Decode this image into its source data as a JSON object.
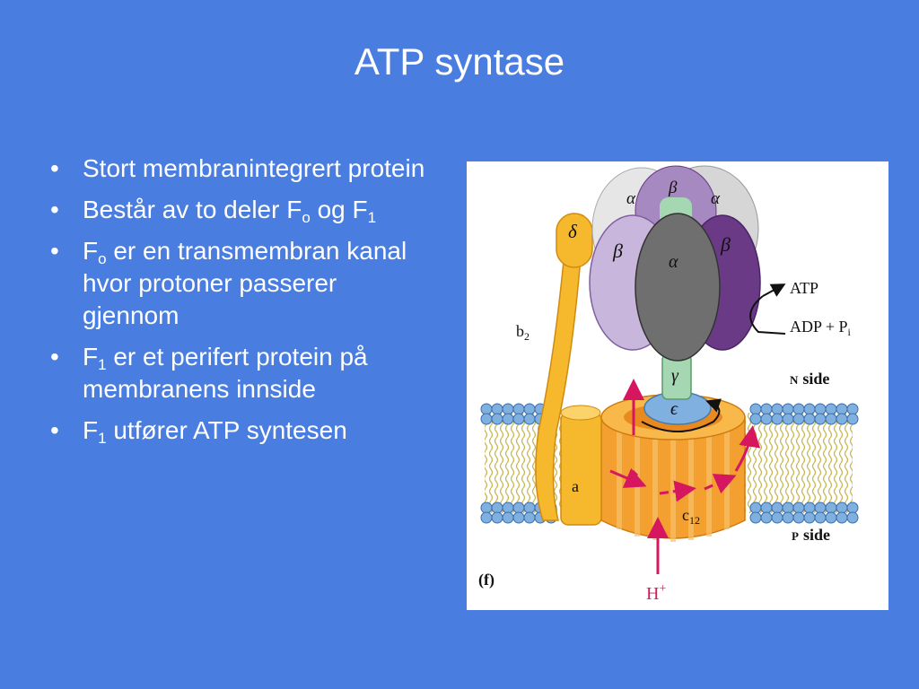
{
  "slide": {
    "title": "ATP syntase",
    "bullets": [
      {
        "parts": [
          "Stort membranintegrert protein"
        ]
      },
      {
        "parts": [
          "Består av to deler F",
          "o",
          " og F",
          "1",
          ""
        ]
      },
      {
        "parts": [
          "F",
          "o",
          " er en transmembran kanal hvor protoner passerer gjennom"
        ]
      },
      {
        "parts": [
          "F",
          "1",
          " er et perifert protein på membranens innside"
        ]
      },
      {
        "parts": [
          "F",
          "1",
          " utfører ATP syntesen"
        ]
      }
    ]
  },
  "figure": {
    "labels": {
      "alpha": "α",
      "beta": "β",
      "delta": "δ",
      "gamma": "γ",
      "epsilon": "ϵ",
      "b": "b",
      "b_sub": "2",
      "a": "a",
      "c": "c",
      "c_sub": "12",
      "atp": "ATP",
      "adp": "ADP + P",
      "adp_sub": "i",
      "n_side_letter": "N",
      "n_side_word": "side",
      "p_side_letter": "P",
      "p_side_word": "side",
      "panel": "(f)",
      "proton": "H",
      "proton_sup": "+"
    },
    "colors": {
      "slide_bg": "#4a7de0",
      "purple": "#6a3a86",
      "light_purple": "#c9b6dc",
      "grey": "#6f6f6f",
      "light_grey": "#d6d6d6",
      "yellow": "#f6b92e",
      "orange": "#f3a030",
      "green": "#a6d7b3",
      "blue": "#7fb0e0",
      "arrow": "#d6175f"
    }
  }
}
